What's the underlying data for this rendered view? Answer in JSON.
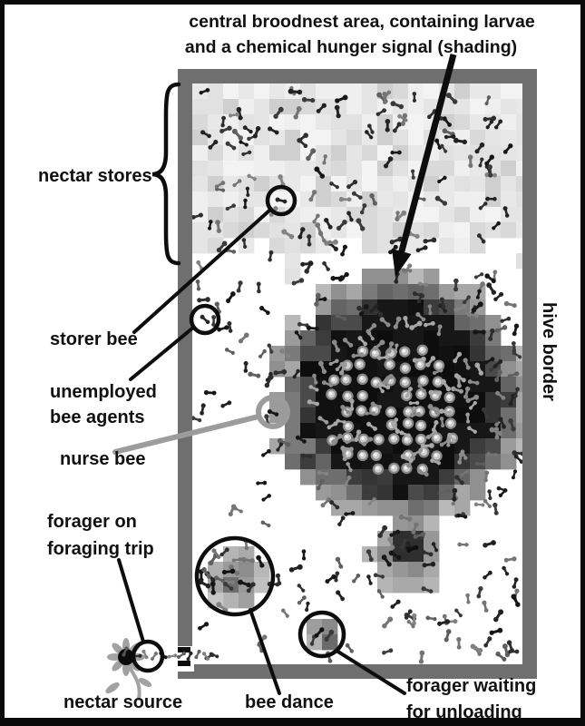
{
  "figure": {
    "caption": {
      "line1": "central broodnest area, containing larvae",
      "line2": "and a chemical hunger signal (shading)"
    }
  },
  "labels": {
    "nectar_stores": "nectar stores",
    "storer_bee": "storer bee",
    "unemployed_bee_agents_line1": "unemployed",
    "unemployed_bee_agents_line2": "bee agents",
    "nurse_bee": "nurse bee",
    "forager_on_trip_line1": "forager on",
    "forager_on_trip_line2": "foraging trip",
    "nectar_source": "nectar source",
    "bee_dance": "bee dance",
    "forager_waiting_line1": "forager waiting",
    "forager_waiting_line2": "for unloading",
    "hive_border": "hive border"
  },
  "colors": {
    "background": "#ffffff",
    "frame_black": "#0a0a0a",
    "hive_border_gray": "#6f6f6f",
    "annotation_black": "#0d0d0d",
    "nurse_accent_gray": "#9c9c9c",
    "flower_gray": "#a2a2a2",
    "text_color": "#111111",
    "bee_dark": "#222222",
    "bee_gray": "#757575",
    "nurse_bee_gray": "#9a9a9a",
    "broodnest_core": "#0d0d0d",
    "larva_light": "#cccccc"
  }
}
